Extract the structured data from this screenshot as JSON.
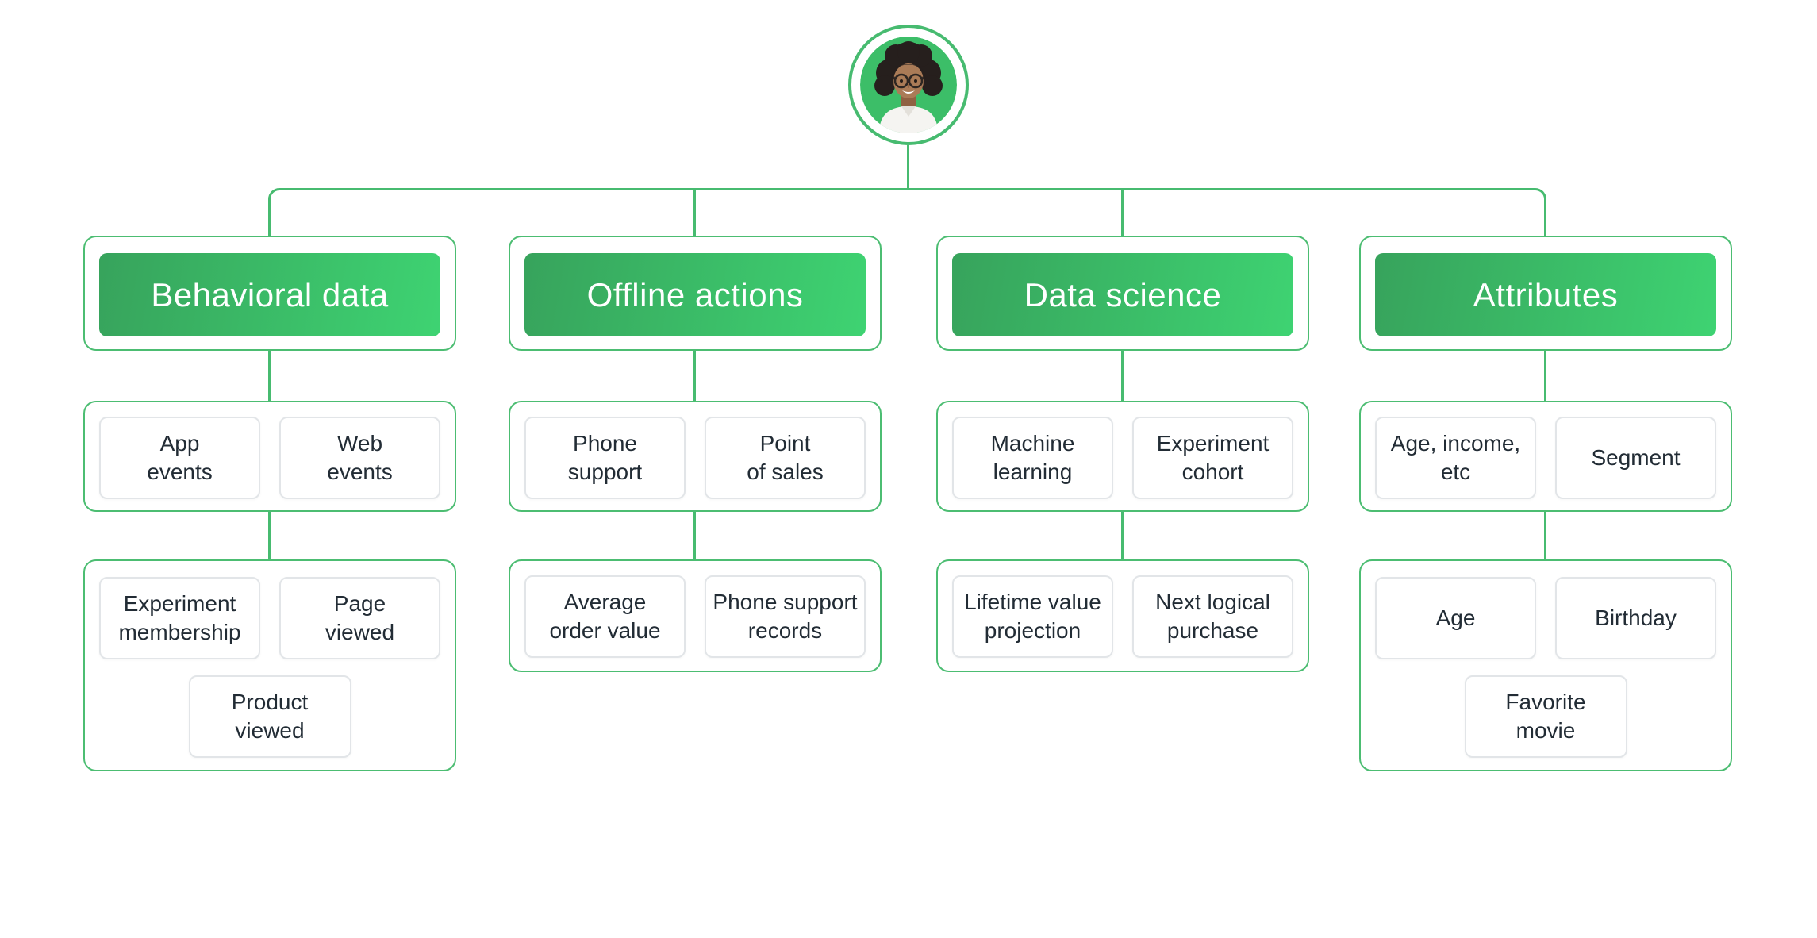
{
  "diagram": {
    "root": {
      "type": "customer-avatar",
      "description": "Photo of a smiling woman with dark curly hair and glasses inside a green circle"
    },
    "columns": [
      {
        "title": "Behavioral data",
        "groups": [
          {
            "boxes": [
              "App\nevents",
              "Web\nevents"
            ]
          },
          {
            "boxes": [
              "Experiment\nmembership",
              "Page\nviewed",
              "Product\nviewed"
            ]
          }
        ]
      },
      {
        "title": "Offline actions",
        "groups": [
          {
            "boxes": [
              "Phone\nsupport",
              "Point\nof sales"
            ]
          },
          {
            "boxes": [
              "Average\norder value",
              "Phone support\nrecords"
            ]
          }
        ]
      },
      {
        "title": "Data science",
        "groups": [
          {
            "boxes": [
              "Machine\nlearning",
              "Experiment\ncohort"
            ]
          },
          {
            "boxes": [
              "Lifetime value\nprojection",
              "Next logical\npurchase"
            ]
          }
        ]
      },
      {
        "title": "Attributes",
        "groups": [
          {
            "boxes": [
              "Age, income,\netc",
              "Segment"
            ]
          },
          {
            "boxes": [
              "Age",
              "Birthday",
              "Favorite\nmovie"
            ]
          }
        ]
      }
    ]
  },
  "theme": {
    "line_green": "#47bb70",
    "container_border_green": "#4cbd72",
    "header_gradient_start": "#37a35c",
    "header_gradient_end": "#3ed372",
    "header_text_color": "#ffffff",
    "box_border_gray": "#e2e5e8",
    "box_text_color": "#222c35",
    "avatar_background_green": "#3cbe68",
    "page_background": "#ffffff"
  }
}
